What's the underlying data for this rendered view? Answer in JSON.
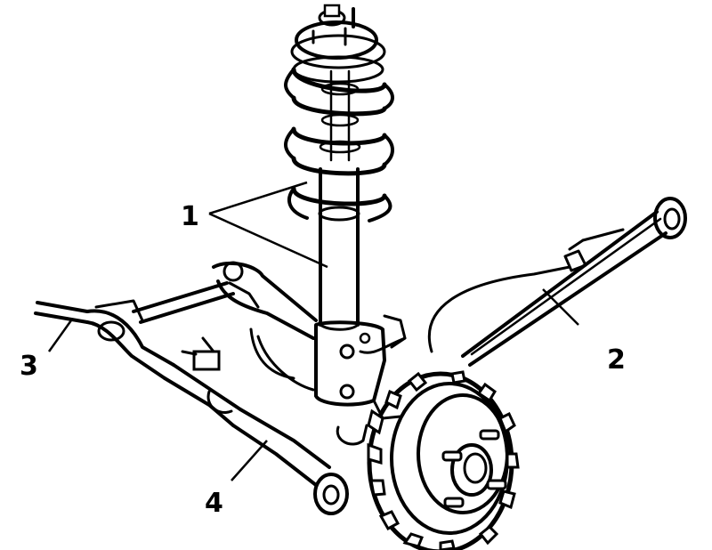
{
  "diagram": {
    "callouts": [
      {
        "id": "1",
        "text": "1"
      },
      {
        "id": "2",
        "text": "2"
      },
      {
        "id": "3",
        "text": "3"
      },
      {
        "id": "4",
        "text": "4"
      }
    ],
    "colors": {
      "ink": "#000000",
      "background": "#ffffff"
    }
  }
}
